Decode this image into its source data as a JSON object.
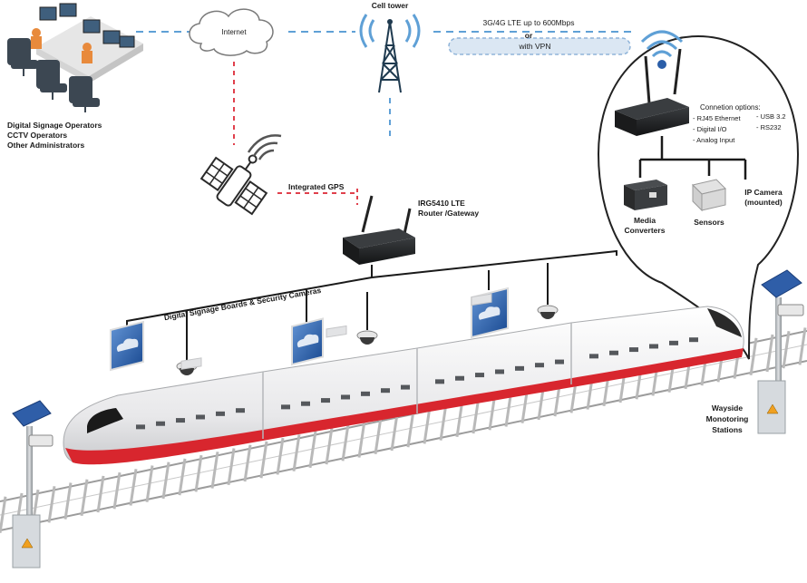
{
  "operators": {
    "line1": "Digital Signage Operators",
    "line2": "CCTV Operators",
    "line3": "Other Administrators"
  },
  "internet": {
    "label": "Internet"
  },
  "cell_tower": {
    "label": "Cell tower"
  },
  "lte_link": {
    "line1": "3G/4G LTE up to 600Mbps",
    "line2": "or",
    "line3": "with VPN"
  },
  "gps": {
    "label": "Integrated GPS"
  },
  "router": {
    "line1": "IRG5410 LTE",
    "line2": "Router /Gateway"
  },
  "signage": {
    "label": "Digital Signage Boards & Security Cameras"
  },
  "connection_options": {
    "title": "Connetion options:",
    "left": [
      "- RJ45 Ethernet",
      "- Digital I/O",
      "- Analog Input"
    ],
    "right": [
      "- USB 3.2",
      "- RS232"
    ]
  },
  "devices": {
    "media": {
      "line1": "Media",
      "line2": "Converters"
    },
    "sensors": {
      "label": "Sensors"
    },
    "ipcam": {
      "line1": "IP Camera",
      "line2": "(mounted)"
    }
  },
  "wayside": {
    "line1": "Wayside",
    "line2": "Monotoring",
    "line3": "Stations"
  },
  "colors": {
    "blue_link": "#5fa0d6",
    "red_link": "#e0404c",
    "train_red": "#d8262e",
    "screen_blue": "#3a6fb5"
  }
}
